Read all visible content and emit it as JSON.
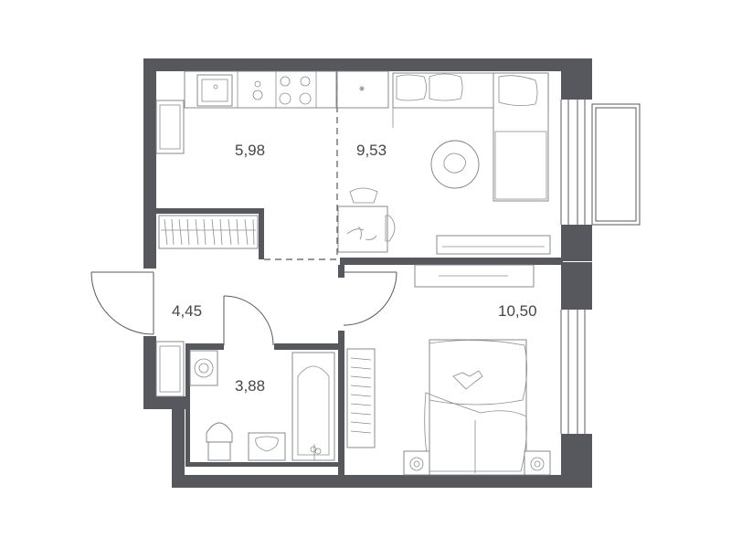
{
  "plan": {
    "colors": {
      "wall": "#56585d",
      "background": "#ffffff",
      "furniture": "#7b7d82"
    },
    "rooms": [
      {
        "id": "kitchen",
        "area": "5,98"
      },
      {
        "id": "living",
        "area": "9,53"
      },
      {
        "id": "hall",
        "area": "4,45"
      },
      {
        "id": "bathroom",
        "area": "3,88"
      },
      {
        "id": "bedroom",
        "area": "10,50"
      }
    ]
  }
}
